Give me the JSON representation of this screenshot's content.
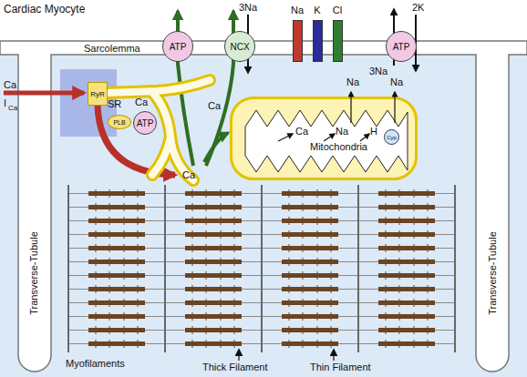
{
  "diagram": {
    "title": "Cardiac Myocyte",
    "nodes": [
      {
        "text": [
          "ATP"
        ]
      },
      {
        "text": [
          "NCX"
        ]
      },
      {
        "text": [
          "Na"
        ]
      },
      {
        "text": [
          "K"
        ]
      },
      {
        "text": [
          "Cl"
        ]
      },
      {
        "text": [
          "ATP"
        ]
      },
      {
        "text": [
          "SR",
          "Ca"
        ]
      },
      {
        "text": [
          "RyR"
        ]
      },
      {
        "text": [
          "PLB"
        ]
      },
      {
        "text": [
          "ATP"
        ]
      },
      {
        "text": [
          "Mitochondria"
        ]
      },
      {
        "text": [
          "Cyp"
        ],
        "in": 10
      }
    ],
    "labels": [
      "Sarcolemma",
      "3Na",
      "2K",
      "3Na",
      "Transverse-Tubule",
      "Transverse-Tubule",
      "Ca",
      "I",
      "Ca",
      "Ca",
      "Ca",
      "Na",
      "Na",
      "Ca",
      "Na",
      "H",
      "Myofilaments",
      "Thick Filament",
      "Thin Filament"
    ]
  }
}
